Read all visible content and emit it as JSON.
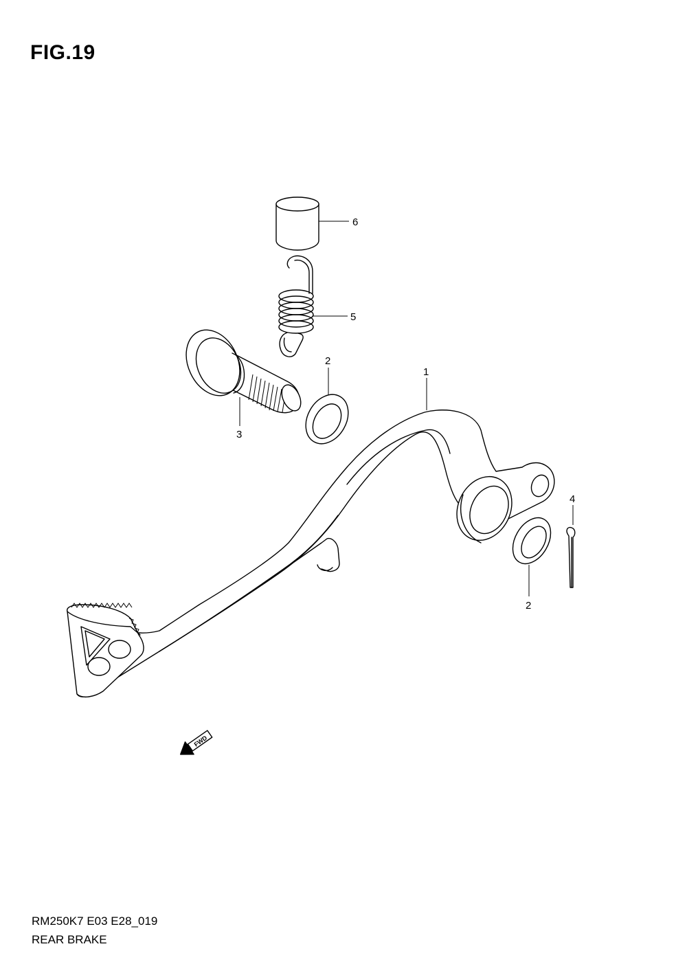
{
  "figure": {
    "title": "FIG.19"
  },
  "callouts": [
    {
      "id": "p1",
      "label": "1"
    },
    {
      "id": "p2a",
      "label": "2"
    },
    {
      "id": "p2b",
      "label": "2"
    },
    {
      "id": "p3",
      "label": "3"
    },
    {
      "id": "p4",
      "label": "4"
    },
    {
      "id": "p5",
      "label": "5"
    },
    {
      "id": "p6",
      "label": "6"
    }
  ],
  "fwd_arrow": {
    "label": "FWD"
  },
  "footer": {
    "code": "RM250K7 E03 E28_019",
    "name": "REAR BRAKE"
  }
}
